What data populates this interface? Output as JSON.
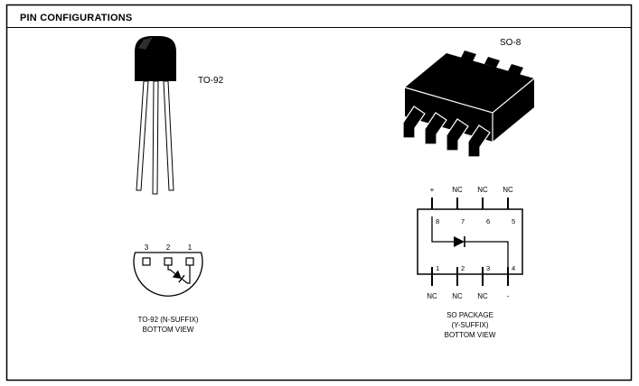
{
  "colors": {
    "ink": "#000000",
    "paper": "#ffffff"
  },
  "page": {
    "title": "PIN CONFIGURATIONS"
  },
  "packages": {
    "to92": {
      "label": "TO-92"
    },
    "so8": {
      "label": "SO-8"
    }
  },
  "to92_bottom_view": {
    "pin_numbers": [
      "3",
      "2",
      "1"
    ],
    "caption": [
      "TO-92 (N-SUFFIX)",
      "BOTTOM VIEW"
    ]
  },
  "so8_bottom_view": {
    "top_labels": [
      "+",
      "NC",
      "NC",
      "NC"
    ],
    "top_pin_numbers": [
      "8",
      "7",
      "6",
      "5"
    ],
    "bottom_pin_numbers": [
      "1",
      "2",
      "3",
      "4"
    ],
    "bottom_labels": [
      "NC",
      "NC",
      "NC",
      "-"
    ],
    "caption": [
      "SO PACKAGE",
      "(Y-SUFFIX)",
      "BOTTOM VIEW"
    ]
  }
}
